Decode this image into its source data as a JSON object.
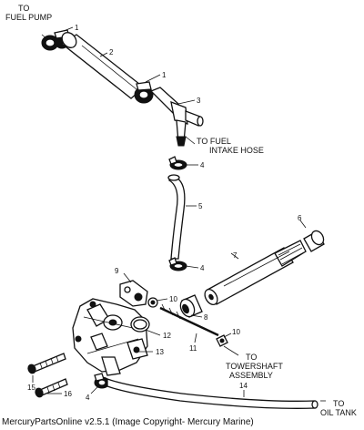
{
  "labels": {
    "fuel_pump_1": "TO",
    "fuel_pump_2": "FUEL PUMP",
    "fuel_intake_1": "TO FUEL",
    "fuel_intake_2": "INTAKE HOSE",
    "towershaft_1": "TO",
    "towershaft_2": "TOWERSHAFT",
    "towershaft_3": "ASSEMBLY",
    "oil_tank_1": "TO",
    "oil_tank_2": "OIL TANK"
  },
  "callouts": {
    "c1a": "1",
    "c2": "2",
    "c1b": "1",
    "c3": "3",
    "c4a": "4",
    "c5": "5",
    "c6": "6",
    "c7": "7",
    "c4b": "4",
    "c9": "9",
    "c10a": "10",
    "c8": "8",
    "c10b": "10",
    "c12": "12",
    "c13": "13",
    "c11": "11",
    "c14": "14",
    "c15": "15",
    "c16": "16",
    "c4c": "4"
  },
  "footer": "MercuryPartsOnline v2.5.1 (Image Copyright- Mercury Marine)"
}
